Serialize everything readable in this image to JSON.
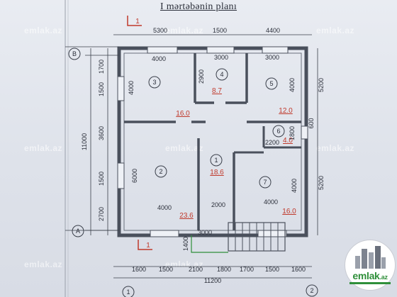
{
  "title": "I mərtəbənin planı",
  "axes": {
    "b": "B",
    "a": "A",
    "one": "1",
    "two": "2"
  },
  "section_mark": "1",
  "watermark": "emlak.az",
  "logo": {
    "text": "emlak",
    "suffix": ".az"
  },
  "rooms": [
    {
      "number": "1",
      "area": "18.6"
    },
    {
      "number": "2",
      "area": "23.6"
    },
    {
      "number": "3",
      "area": "16.0"
    },
    {
      "number": "4",
      "area": "8.7"
    },
    {
      "number": "5",
      "area": "12.0"
    },
    {
      "number": "6",
      "area": "4.0"
    },
    {
      "number": "7",
      "area": "16.0"
    }
  ],
  "dims": {
    "top": [
      "5300",
      "1500",
      "4400"
    ],
    "bottom_segments": [
      "1600",
      "1500",
      "2100",
      "1800",
      "1700",
      "1500",
      "1600"
    ],
    "bottom_total": "11200",
    "left": [
      "1700",
      "1500",
      "3600",
      "1500",
      "2700"
    ],
    "left_total": "11000",
    "right": [
      "5200",
      "600",
      "5200"
    ],
    "inner": {
      "r3_w": "4000",
      "r3_h": "4000",
      "r4_w": "3000",
      "r4_h": "2900",
      "r5_w": "3000",
      "r5_h": "4000",
      "r6_w": "2200",
      "r6_h": "1800",
      "r2_h": "6000",
      "r2_w": "4000",
      "r1_w": "2000",
      "r7_w": "4000",
      "r7_h": "4000",
      "porch_w": "3000",
      "porch_h": "1400"
    }
  },
  "colors": {
    "ink": "#3a3f4a",
    "wall": "#4a505c",
    "area": "#c0392b",
    "green": "#2f8f3a"
  }
}
